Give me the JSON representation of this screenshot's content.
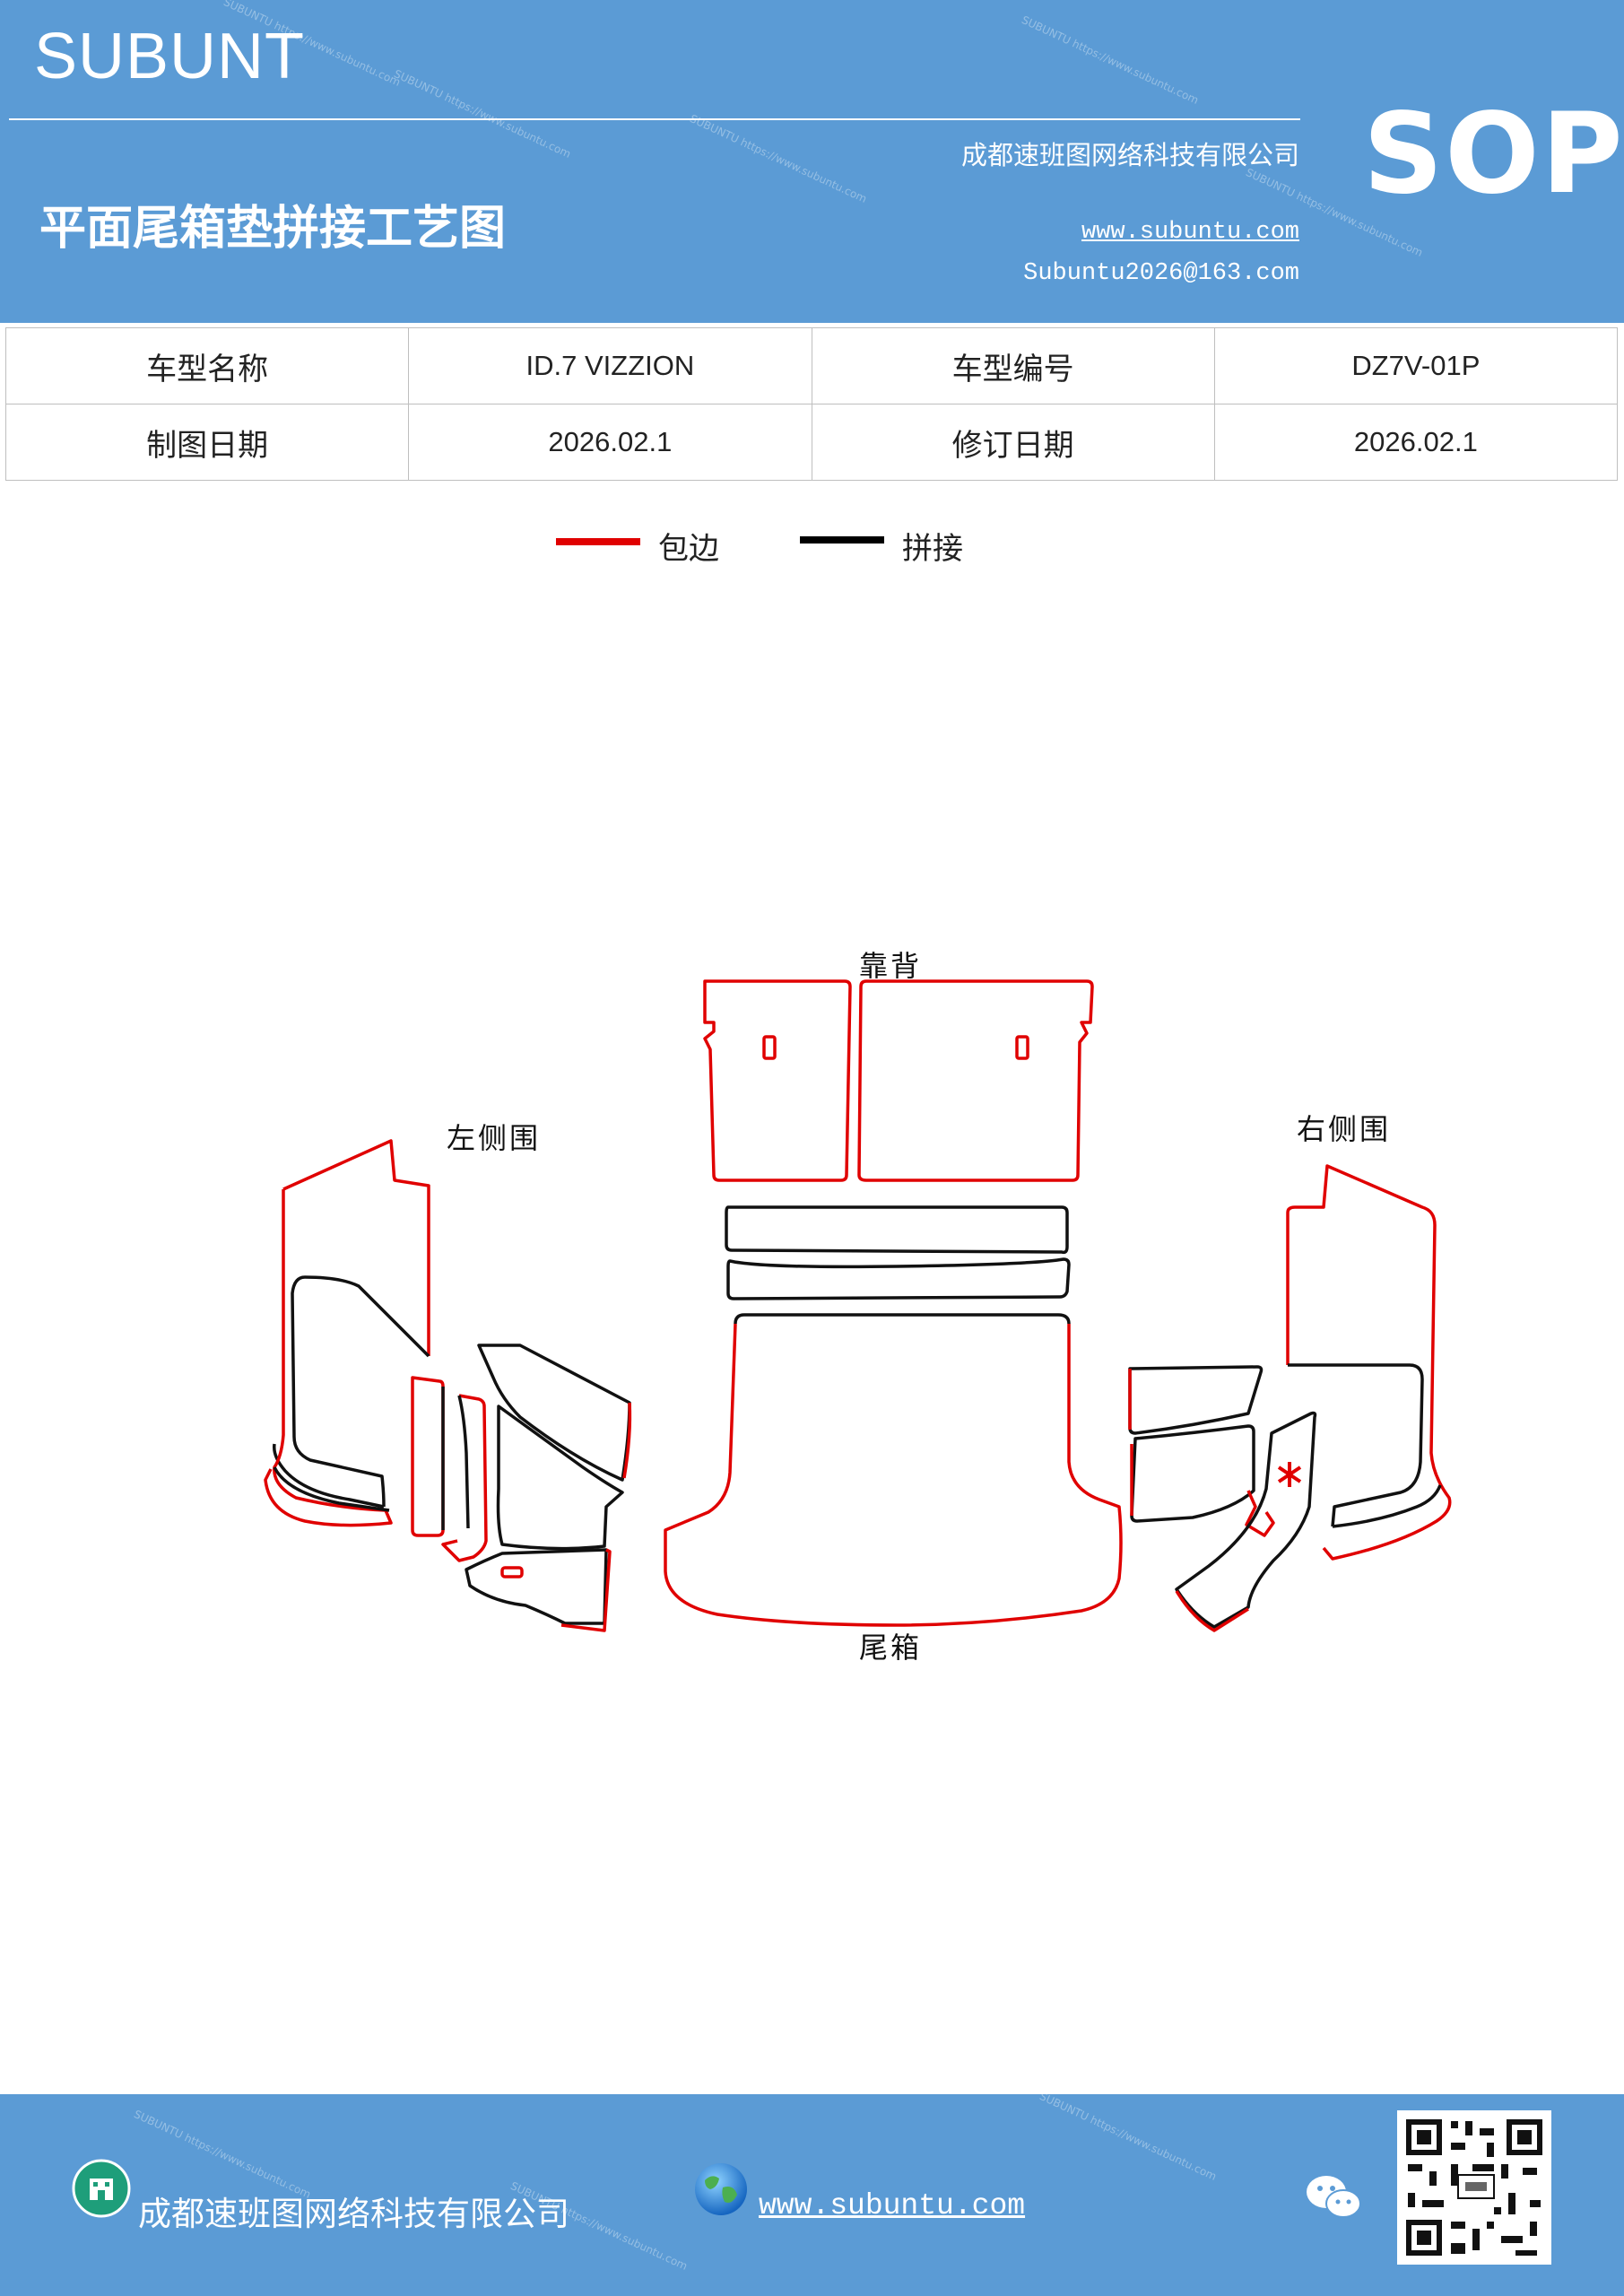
{
  "header": {
    "brand": "SUBUNT",
    "title": "平面尾箱垫拼接工艺图",
    "company": "成都速班图网络科技有限公司",
    "website": "www.subuntu.com",
    "email": "Subuntu2026@163.com",
    "badge": "SOP"
  },
  "info_table": {
    "rows": [
      [
        {
          "label": "车型名称",
          "value": "ID.7  VIZZION"
        },
        {
          "label": "车型编号",
          "value": "DZ7V-01P"
        }
      ],
      [
        {
          "label": "制图日期",
          "value": "2026.02.1"
        },
        {
          "label": "修订日期",
          "value": "2026.02.1"
        }
      ]
    ]
  },
  "legend": {
    "items": [
      {
        "label": "包边",
        "color": "#e00000"
      },
      {
        "label": "拼接",
        "color": "#000000"
      }
    ]
  },
  "diagram": {
    "labels": {
      "backrest": "靠背",
      "left": "左侧围",
      "right": "右侧围",
      "trunk": "尾箱"
    },
    "colors": {
      "edge": "#e00000",
      "seam": "#111111"
    }
  },
  "footer": {
    "company": "成都速班图网络科技有限公司",
    "website": "www.subuntu.com",
    "icons": [
      "building-icon",
      "globe-icon",
      "wechat-icon",
      "qr-code"
    ]
  }
}
